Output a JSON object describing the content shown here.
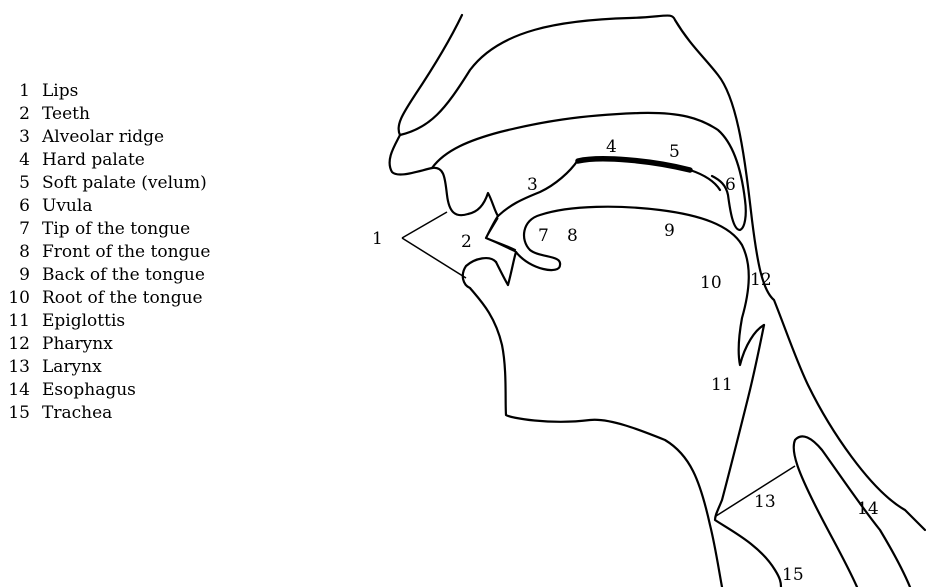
{
  "legend": [
    {
      "num": "1",
      "label": "Lips"
    },
    {
      "num": "2",
      "label": "Teeth"
    },
    {
      "num": "3",
      "label": "Alveolar ridge"
    },
    {
      "num": "4",
      "label": "Hard palate"
    },
    {
      "num": "5",
      "label": "Soft palate (velum)"
    },
    {
      "num": "6",
      "label": "Uvula"
    },
    {
      "num": "7",
      "label": "Tip of the tongue"
    },
    {
      "num": "8",
      "label": "Front of the tongue"
    },
    {
      "num": "9",
      "label": "Back of the tongue"
    },
    {
      "num": "10",
      "label": "Root of the tongue"
    },
    {
      "num": "11",
      "label": "Epiglottis"
    },
    {
      "num": "12",
      "label": "Pharynx"
    },
    {
      "num": "13",
      "label": "Larynx"
    },
    {
      "num": "14",
      "label": "Esophagus"
    },
    {
      "num": "15",
      "label": "Trachea"
    }
  ]
}
